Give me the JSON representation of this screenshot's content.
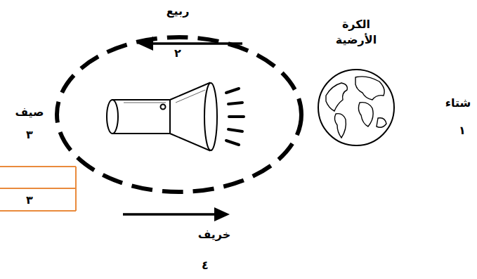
{
  "diagram": {
    "nodes": [
      {
        "text": [
          "الكرة الأرضية"
        ]
      }
    ],
    "labels": [
      "ربيع",
      "٢",
      "شتاء",
      "١",
      "صيف",
      "٣",
      "٣",
      "خريف",
      "٤"
    ]
  }
}
